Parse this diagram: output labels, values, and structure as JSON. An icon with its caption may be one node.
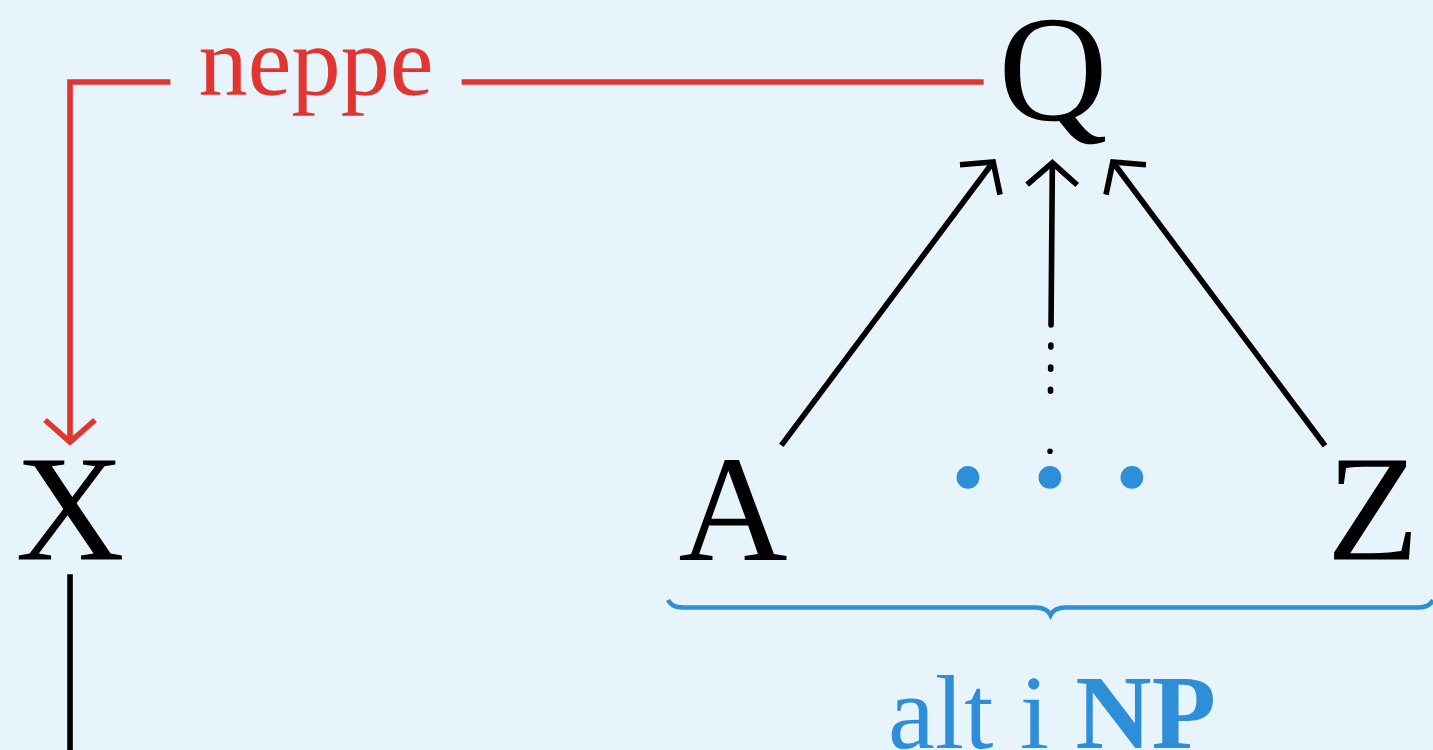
{
  "diagram": {
    "nodes": [
      {
        "text": [
          "Q"
        ]
      },
      {
        "text": [
          "X"
        ]
      },
      {
        "text": [
          "A"
        ]
      },
      {
        "text": [
          "· · ·"
        ]
      },
      {
        "text": [
          "Z"
        ]
      }
    ],
    "edges": [
      {
        "from": 0,
        "to": 1,
        "arrow": "to",
        "label": "neppe",
        "color": "#e03530"
      },
      {
        "from": 1,
        "to": null,
        "arrow": "none"
      },
      {
        "from": 2,
        "to": 0,
        "arrow": "to"
      },
      {
        "from": 3,
        "to": 0,
        "arrow": "to",
        "style": "dashed"
      },
      {
        "from": 4,
        "to": 0,
        "arrow": "to"
      }
    ],
    "labels": [
      "alt i **NP**"
    ]
  }
}
